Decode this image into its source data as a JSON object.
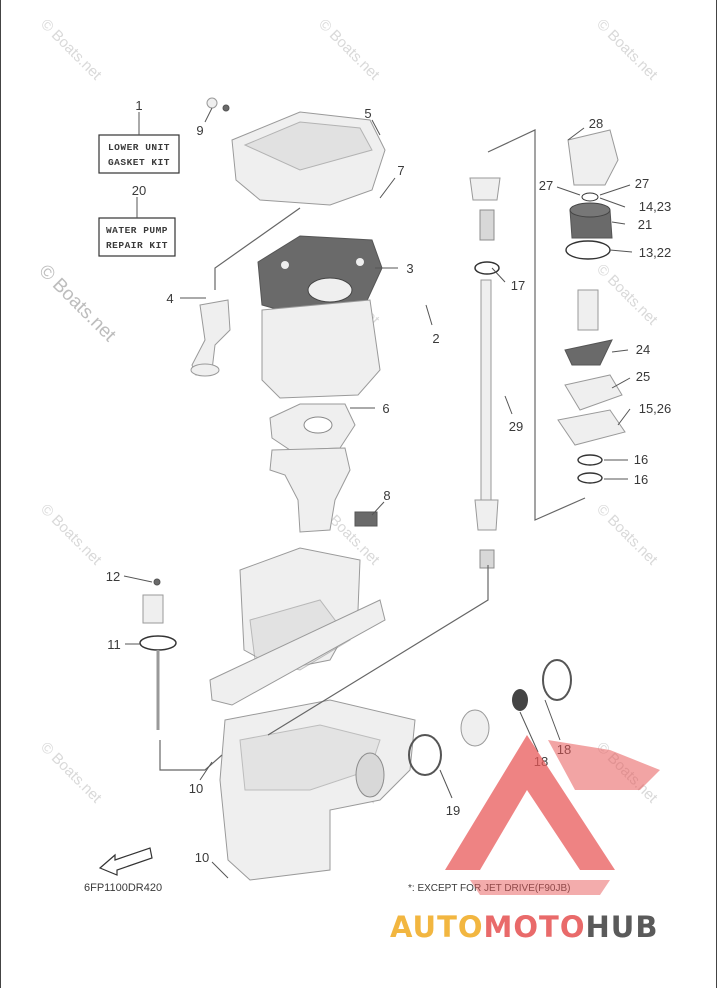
{
  "labels": {
    "p1": "1",
    "p2": "2",
    "p3": "3",
    "p4": "4",
    "p5": "5",
    "p6": "6",
    "p7": "7",
    "p8": "8",
    "p9": "9",
    "p10a": "10",
    "p10b": "10",
    "p11": "11",
    "p12": "12",
    "p13_22": "13,22",
    "p14_23": "14,23",
    "p15_26": "15,26",
    "p16a": "16",
    "p16b": "16",
    "p17": "17",
    "p18a": "18",
    "p18b": "18",
    "p19": "19",
    "p20": "20",
    "p21": "21",
    "p24": "24",
    "p25": "25",
    "p27a": "27",
    "p27b": "27",
    "p28": "28",
    "p29": "29"
  },
  "kits": {
    "lower_unit_line1": "LOWER UNIT",
    "lower_unit_line2": "GASKET KIT",
    "water_pump_line1": "WATER PUMP",
    "water_pump_line2": "REPAIR KIT"
  },
  "diagram_ref": "6FP1100DR420",
  "footnote": "*: EXCEPT FOR JET DRIVE(F90JB)",
  "watermark": "© Boats.net",
  "logo": {
    "part1": "AUTO",
    "part2": "MOTO",
    "part3": "HUB",
    "colors": {
      "auto": "#f2b640",
      "moto": "#e96a6a",
      "hub": "#5a5a5a",
      "triangle": "#e85a5a"
    }
  }
}
